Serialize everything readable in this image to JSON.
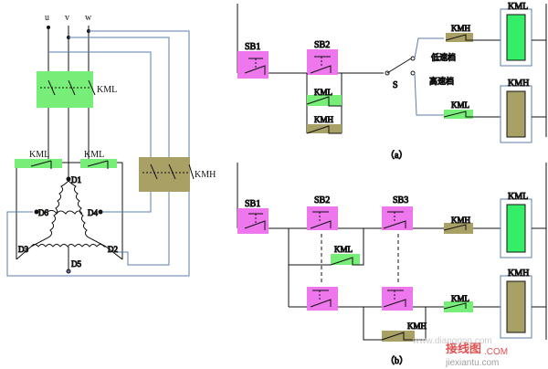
{
  "colors": {
    "coil_green": "#33ee66",
    "coil_olive": "#a9a065",
    "contact_pink": "#ee77ee",
    "contact_green": "#77ee77",
    "wire_blue": "#5a7fae",
    "wire_black": "#111111",
    "watermark_red": "#e05050",
    "watermark_gray": "#a0a0a0"
  },
  "motor_circuit": {
    "phase_labels": [
      "u",
      "v",
      "w"
    ],
    "kml_main_label": "KML",
    "kmh_main_label": "KMH",
    "kml_aux_left_label": "KML",
    "kml_aux_right_label": "KML",
    "terminals": [
      "D1",
      "D2",
      "D3",
      "D4",
      "D5",
      "D6"
    ]
  },
  "control_a": {
    "sb1_label": "SB1",
    "sb2_label": "SB2",
    "kml_hold_label": "KML",
    "kmh_hold_label": "KMH",
    "switch_label": "S",
    "low_speed_label": "低速档",
    "high_speed_label": "高速档",
    "kmh_interlock_label": "KMH",
    "kml_interlock_label": "KML",
    "kml_coil_label": "KML",
    "kmh_coil_label": "KMH",
    "caption": "（a）"
  },
  "control_b": {
    "sb1_label": "SB1",
    "sb2_label": "SB2",
    "sb3_label": "SB3",
    "kml_hold_label": "KML",
    "kmh_hold_label": "KMH",
    "kmh_interlock_label": "KMH",
    "kml_interlock_label": "KML",
    "kml_coil_label": "KML",
    "kmh_coil_label": "KMH",
    "caption": "（b）"
  },
  "watermark": {
    "cjk": "接线图",
    "latin": "www.diangong.com",
    "url": "jiexiantu.com"
  }
}
